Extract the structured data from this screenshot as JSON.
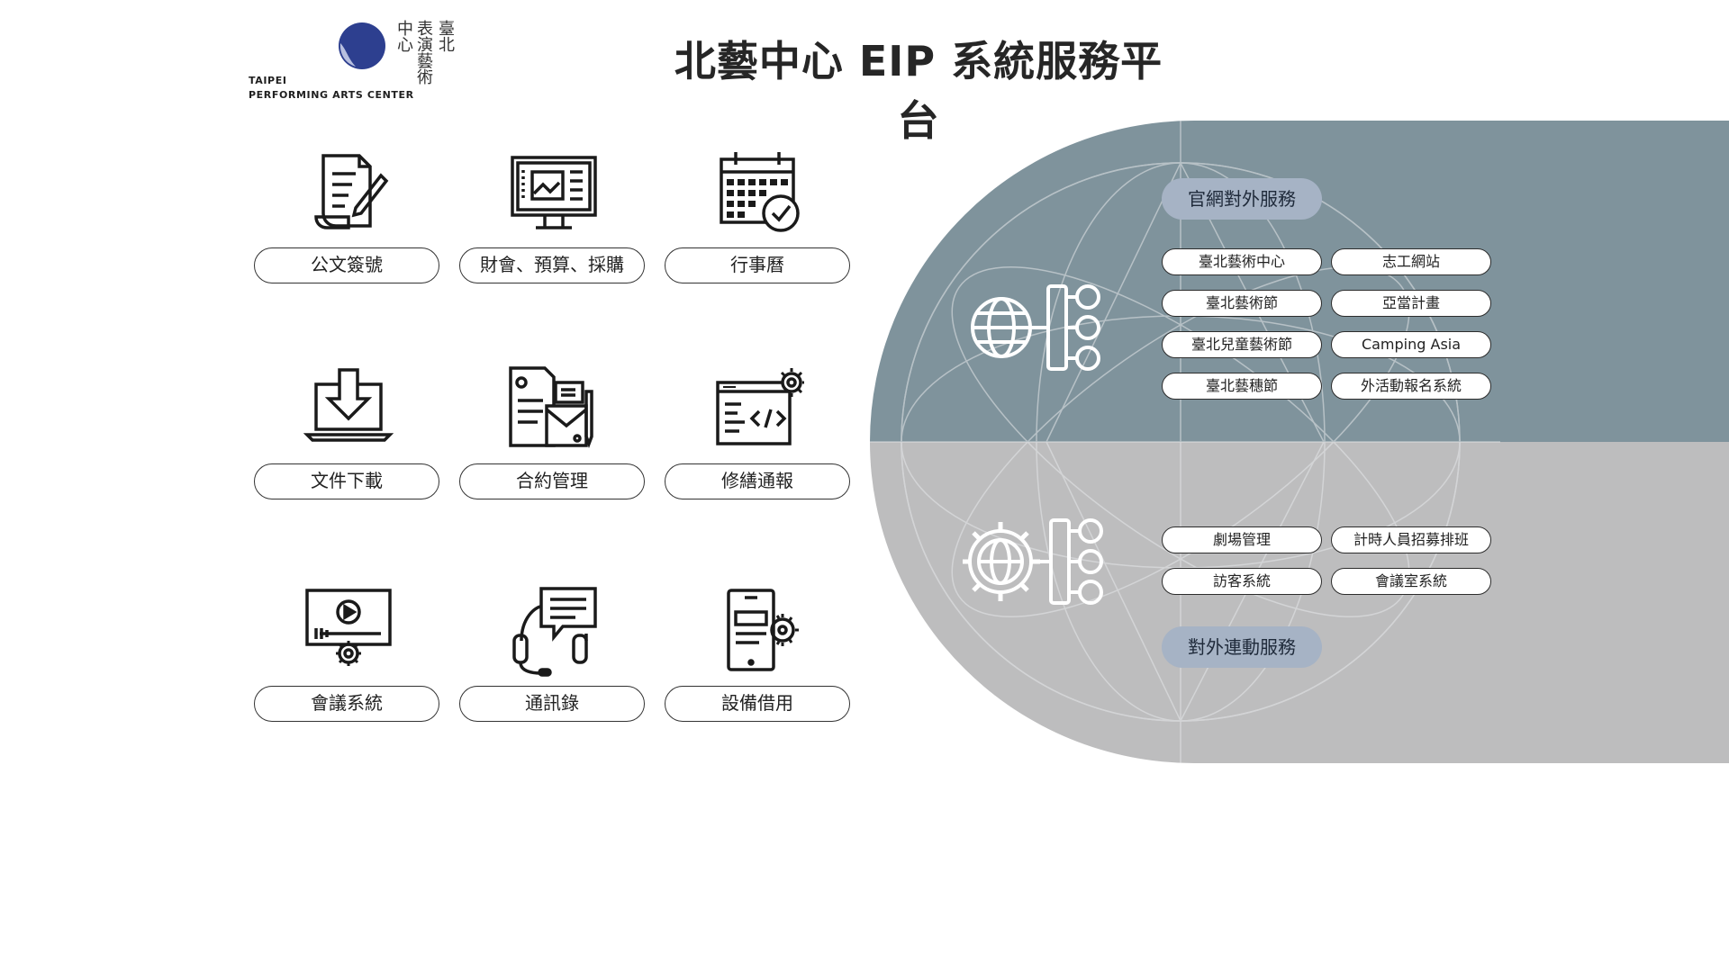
{
  "header": {
    "title": "北藝中心 EIP 系統服務平台",
    "logo": {
      "zh_col1": "臺北",
      "zh_col2": "表演藝術",
      "zh_col3": "中心",
      "en_line1": "TAIPEI",
      "en_line2": "PERFORMING ARTS CENTER",
      "brand_color": "#2d3f8f"
    }
  },
  "tiles": [
    {
      "label": "公文簽號",
      "icon": "document-sign-icon"
    },
    {
      "label": "財會、預算、採購",
      "icon": "monitor-report-icon"
    },
    {
      "label": "行事曆",
      "icon": "calendar-check-icon"
    },
    {
      "label": "文件下載",
      "icon": "laptop-download-icon"
    },
    {
      "label": "合約管理",
      "icon": "contract-mail-icon"
    },
    {
      "label": "修繕通報",
      "icon": "code-gear-window-icon"
    },
    {
      "label": "會議系統",
      "icon": "video-gear-icon"
    },
    {
      "label": "通訊錄",
      "icon": "headset-chat-icon"
    },
    {
      "label": "設備借用",
      "icon": "device-gear-icon"
    }
  ],
  "external": {
    "heading": "官網對外服務",
    "items": [
      "臺北藝術中心",
      "志工網站",
      "臺北藝術節",
      "亞當計畫",
      "臺北兒童藝術節",
      "Camping Asia",
      "臺北藝穗節",
      "外活動報名系統"
    ]
  },
  "internal": {
    "heading": "對外連動服務",
    "items": [
      "劇場管理",
      "計時人員招募排班",
      "訪客系統",
      "會議室系統"
    ]
  },
  "colors": {
    "panel_top": "#7f939c",
    "panel_bottom": "#bdbdbe",
    "pill_head": "#a6b3c5"
  }
}
